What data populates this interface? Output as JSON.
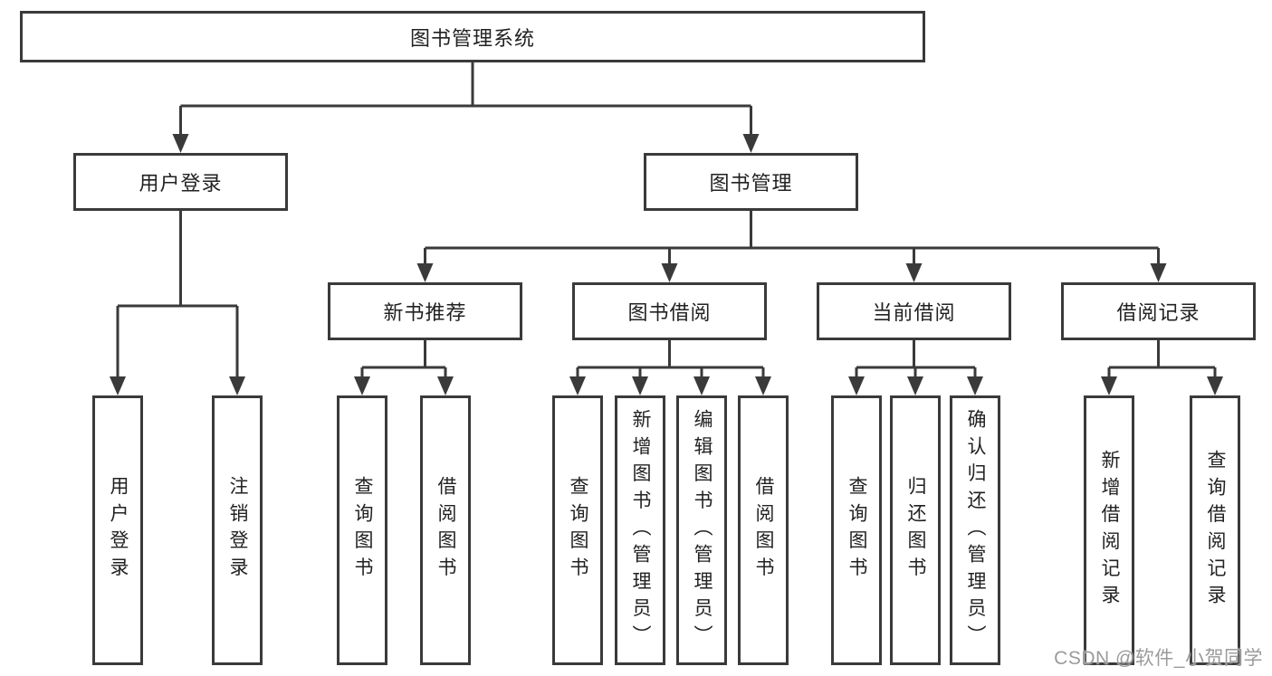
{
  "tree": {
    "label": "图书管理系统",
    "children": [
      {
        "label": "用户登录",
        "children": [
          {
            "label": "用户登录"
          },
          {
            "label": "注销登录"
          }
        ]
      },
      {
        "label": "图书管理",
        "children": [
          {
            "label": "新书推荐",
            "children": [
              {
                "label": "查询图书"
              },
              {
                "label": "借阅图书"
              }
            ]
          },
          {
            "label": "图书借阅",
            "children": [
              {
                "label": "查询图书"
              },
              {
                "label": "新增图书（管理员）"
              },
              {
                "label": "编辑图书（管理员）"
              },
              {
                "label": "借阅图书"
              }
            ]
          },
          {
            "label": "当前借阅",
            "children": [
              {
                "label": "查询图书"
              },
              {
                "label": "归还图书"
              },
              {
                "label": "确认归还（管理员）"
              }
            ]
          },
          {
            "label": "借阅记录",
            "children": [
              {
                "label": "新增借阅记录"
              },
              {
                "label": "查询借阅记录"
              }
            ]
          }
        ]
      }
    ]
  },
  "watermark": {
    "text": "CSDN @软件_小贺同学"
  },
  "colors": {
    "line": "#3a3a3a",
    "box_border": "#3a3a3a",
    "text": "#222222",
    "background": "#ffffff",
    "watermark": "#9b9b9b"
  }
}
